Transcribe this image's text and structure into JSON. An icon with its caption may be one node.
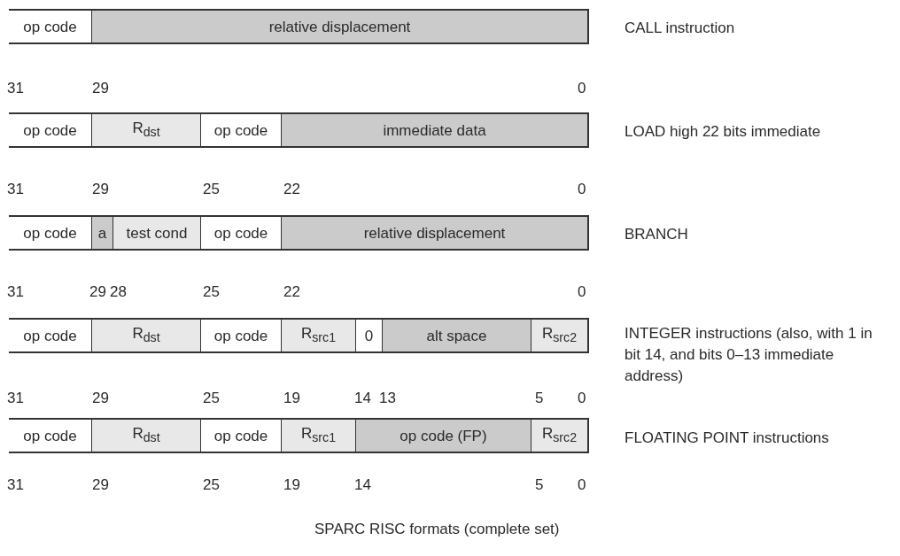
{
  "diagram": {
    "caption": "SPARC RISC formats (complete set)",
    "nodes": [
      {
        "text": [
          "op code"
        ]
      },
      {
        "text": [
          "relative displacement"
        ]
      },
      {
        "text": [
          "op code"
        ]
      },
      {
        "text": [
          "R$_{dst}$"
        ]
      },
      {
        "text": [
          "op code"
        ]
      },
      {
        "text": [
          "immediate data"
        ]
      },
      {
        "text": [
          "op code"
        ]
      },
      {
        "text": [
          "a"
        ]
      },
      {
        "text": [
          "test cond"
        ]
      },
      {
        "text": [
          "op code"
        ]
      },
      {
        "text": [
          "relative displacement"
        ]
      },
      {
        "text": [
          "op code"
        ]
      },
      {
        "text": [
          "R$_{dst}$"
        ]
      },
      {
        "text": [
          "op code"
        ]
      },
      {
        "text": [
          "R$_{src1}$"
        ]
      },
      {
        "text": [
          "0"
        ]
      },
      {
        "text": [
          "alt space"
        ]
      },
      {
        "text": [
          "R$_{src2}$"
        ]
      },
      {
        "text": [
          "op code"
        ]
      },
      {
        "text": [
          "R$_{dst}$"
        ]
      },
      {
        "text": [
          "op code"
        ]
      },
      {
        "text": [
          "R$_{src1}$"
        ]
      },
      {
        "text": [
          "op code (FP)"
        ]
      },
      {
        "text": [
          "R$_{src2}$"
        ]
      }
    ],
    "labels": [
      "CALL instruction",
      "31",
      "29",
      "0",
      "LOAD high 22 bits immediate",
      "31",
      "29",
      "25",
      "22",
      "0",
      "BRANCH",
      "31",
      "29",
      "28",
      "25",
      "22",
      "0",
      "INTEGER instructions (also, with 1 in bit 14, and bits 0–13 immediate address)",
      "31",
      "29",
      "25",
      "19",
      "14",
      "13",
      "5",
      "0",
      "FLOATING POINT instructions",
      "31",
      "29",
      "25",
      "19",
      "14",
      "5",
      "0"
    ]
  }
}
